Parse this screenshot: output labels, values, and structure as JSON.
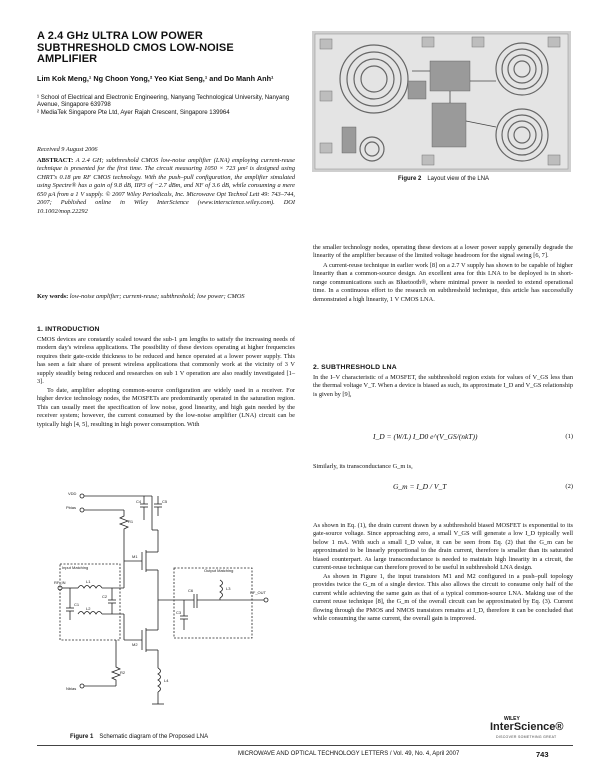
{
  "title": "A 2.4 GHz ULTRA LOW POWER SUBTHRESHOLD CMOS LOW-NOISE AMPLIFIER",
  "authors": "Lim Kok Meng,¹ Ng Choon Yong,² Yeo Kiat Seng,¹ and Do Manh Anh¹",
  "affiliations": [
    "¹ School of Electrical and Electronic Engineering, Nanyang Technological University, Nanyang Avenue, Singapore 639798",
    "² MediaTek Singapore Pte Ltd, Ayer Rajah Crescent, Singapore 139964"
  ],
  "received": "Received 9 August 2006",
  "abstract_label": "ABSTRACT:",
  "abstract_text": "A 2.4 GH; subthreshold CMOS low-noise amplifier (LNA) employing current-reuse technique is presented for the first time. The circuit measuring 1050 × 723 μm² is designed using CHRT's 0.18 μm RF CMOS technology. With the push–pull configuration, the amplifier simulated using Spectre® has a gain of 9.8 dB, IIP3 of −2.7 dBm, and NF of 3.6 dB, while consuming a mere 650 μA from a 1 V supply. © 2007 Wiley Periodicals, Inc. Microwave Opt Technol Lett 49: 743–744, 2007; Published online in Wiley InterScience (www.interscience.wiley.com). DOI 10.1002/mop.22292",
  "keywords_label": "Key words:",
  "keywords_text": "low-noise amplifier; current-reuse; subthreshold; low power; CMOS",
  "section1_heading": "1. INTRODUCTION",
  "section1_paras": [
    "CMOS devices are constantly scaled toward the sub-1 μm lengths to satisfy the increasing needs of modern day's wireless applications. The possibility of these devices operating at higher frequencies requires their gate-oxide thickness to be reduced and hence operated at a lower power supply. This has seen a fair share of present wireless applications that commonly work at the vicinity of 3 V supply steadily being reduced and researches on sub 1 V operation are also readily investigated [1–3].",
    "To date, amplifier adopting common-source configuration are widely used in a receiver. For higher device technology nodes, the MOSFETs are predominantly operated in the saturation region. This can usually meet the specification of low noise, good linearity, and high gain needed by the receiver system; however, the current consumed by the low-noise amplifier (LNA) circuit can be typically high [4, 5], resulting in high power consumption. With"
  ],
  "figure1_caption_label": "Figure 1",
  "figure1_caption": "Schematic diagram of the Proposed LNA",
  "figure2_caption_label": "Figure 2",
  "figure2_caption": "Layout view of the LNA",
  "right_paras": [
    "the smaller technology nodes, operating these devices at a lower power supply generally degrade the linearity of the amplifier because of the limited voltage headroom for the signal swing [6, 7].",
    "A current-reuse technique in earlier work [8] on a 2.7 V supply has shown to be capable of higher linearity than a common-source design. An excellent area for this LNA to be deployed is in short-range communications such as Bluetooth®, where minimal power is needed to extend operational time. In a continuous effort to the research on subthreshold technique, this article has successfully demonstrated a high linearity, 1 V CMOS LNA."
  ],
  "section2_heading": "2. SUBTHRESHOLD LNA",
  "section2_para1": "In the I–V characteristic of a MOSFET, the subthreshold region exists for values of V_GS less than the thermal voltage V_T. When a device is biased as such, its approximate I_D and V_GS relationship is given by [9],",
  "eq1": "I_D = (W/L) I_D0 e^(V_GS/(nkT))",
  "eq1_num": "(1)",
  "eq2_intro": "Similarly, its transconductance G_m is,",
  "eq2": "G_m = I_D / V_T",
  "eq2_num": "(2)",
  "section2_paras": [
    "As shown in Eq. (1), the drain current drawn by a subthreshold biased MOSFET is exponential to its gate-source voltage. Since approaching zero, a small V_GS will generate a low I_D typically well below 1 mA. With such a small I_D value, it can be seen from Eq. (2) that the G_m can be approximated to be linearly proportional to the drain current, therefore is smaller than its saturated biased counterpart. As large transconductance is needed to maintain high linearity in a circuit, the current-reuse technique can therefore proved to be useful in subthreshold LNA design.",
    "As shown in Figure 1, the input transistors M1 and M2 configured in a push–pull topology provides twice the G_m of a single device. This also allows the circuit to consume only half of the current while achieving the same gain as that of a typical common-source LNA. Making use of the current reuse technique [8], the G_m of the overall circuit can be approximated by Eq. (3). Current flowing through the PMOS and NMOS transistors remains at I_D, therefore it can be concluded that while consuming the same current, the overall gain is improved."
  ],
  "schematic_labels": {
    "vdd": "VDD",
    "pbias": "Pbias",
    "rf_in": "RF_IN",
    "rf_out": "RF_OUT",
    "nbias": "Nbias",
    "input_matching": "Input Matching",
    "output_matching": "Output Matching",
    "m1": "M1",
    "m2": "M2",
    "r1": "R1",
    "r2": "R2",
    "l1": "L1",
    "l2": "L2",
    "l3": "L3",
    "l4": "L4",
    "c1": "C1",
    "c2": "C2",
    "c3": "C3",
    "c4": "C4",
    "c5": "C5",
    "c6": "C6"
  },
  "logo_top": "WILEY",
  "logo_main": "InterScience®",
  "logo_tag": "DISCOVER SOMETHING GREAT",
  "footer": "MICROWAVE AND OPTICAL TECHNOLOGY LETTERS / Vol. 49, No. 4, April 2007",
  "page_number": "743"
}
